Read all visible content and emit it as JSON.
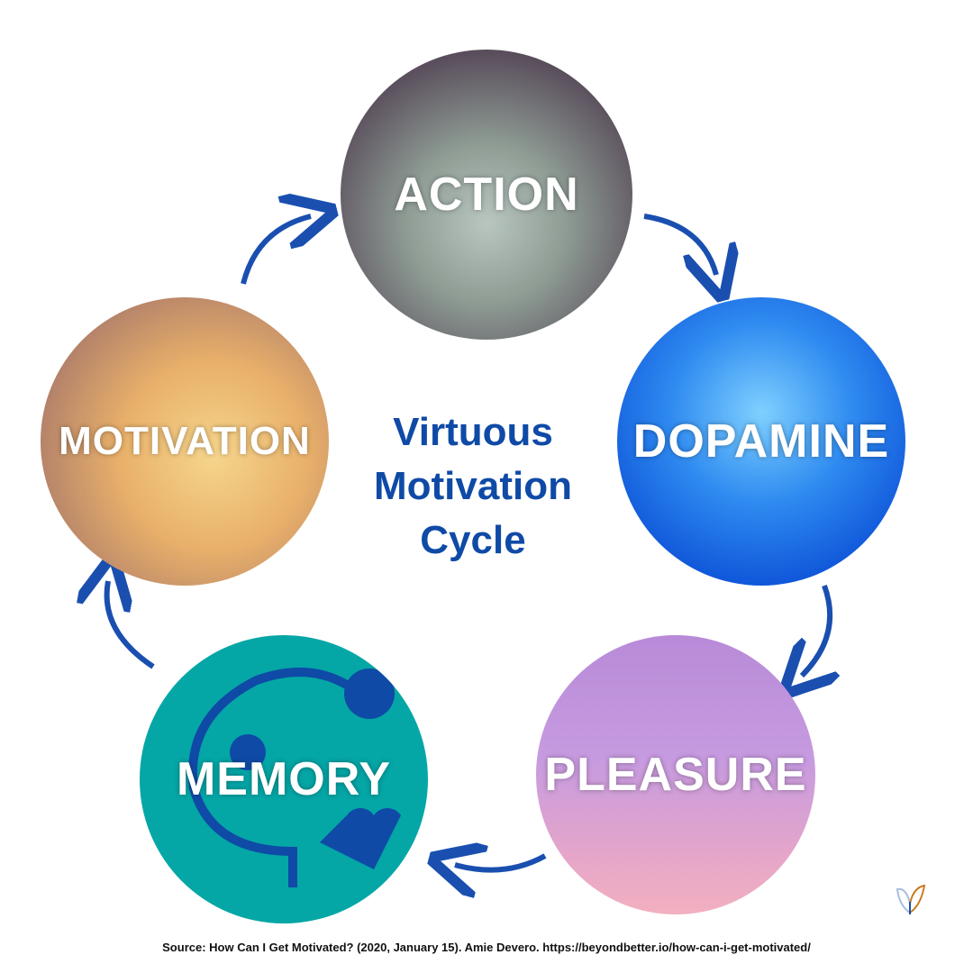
{
  "title": [
    "Virtuous",
    "Motivation",
    "Cycle"
  ],
  "stages": {
    "action": "ACTION",
    "dopamine": "DOPAMINE",
    "pleasure": "PLEASURE",
    "memory": "MEMORY",
    "motivation": "MOTIVATION"
  },
  "source": "Source: How Can I Get Motivated? (2020, January 15). Amie Devero. https://beyondbetter.io/how-can-i-get-motivated/",
  "colors": {
    "title": "#0f4aa6",
    "arrow": "#1a4fb0",
    "memory": "#05a6a6"
  },
  "logo_icon": "butterfly-icon"
}
